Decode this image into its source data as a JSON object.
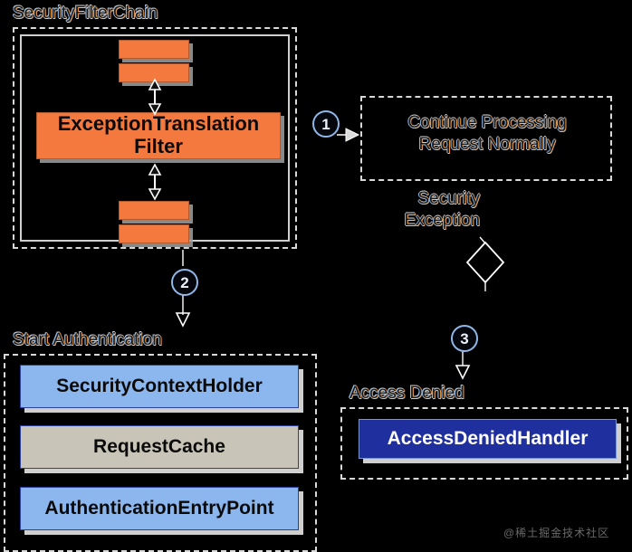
{
  "diagram": {
    "title": "Spring Security ExceptionTranslationFilter flow",
    "background_color": "#000000",
    "colors": {
      "filter_orange": "#f4793e",
      "component_blue": "#8cb6ee",
      "cache_tan": "#c9c4b8",
      "handler_navy": "#1f2f9e",
      "group_dash": "#d8d8d8",
      "badge_ring": "#8fb8e8"
    }
  },
  "groups": {
    "security_filter_chain": {
      "label": "SecurityFilterChain"
    },
    "start_authentication": {
      "label": "Start Authentication"
    },
    "access_denied": {
      "label": "Access Denied"
    }
  },
  "filter_chain": {
    "filter_label": "ExceptionTranslation\nFilter",
    "upper_filters": [
      "",
      ""
    ],
    "lower_filters": [
      "",
      ""
    ]
  },
  "flow": {
    "continue_processing": "Continue Processing\nRequest Normally",
    "security_exception": "Security\nException"
  },
  "badges": {
    "one": "1",
    "two": "2",
    "three": "3"
  },
  "auth_components": [
    {
      "label": "SecurityContextHolder",
      "style": "blue"
    },
    {
      "label": "RequestCache",
      "style": "tan"
    },
    {
      "label": "AuthenticationEntryPoint",
      "style": "blue"
    }
  ],
  "denied_components": [
    {
      "label": "AccessDeniedHandler",
      "style": "navy"
    }
  ],
  "watermark": {
    "text": "@稀土掘金技术社区"
  }
}
